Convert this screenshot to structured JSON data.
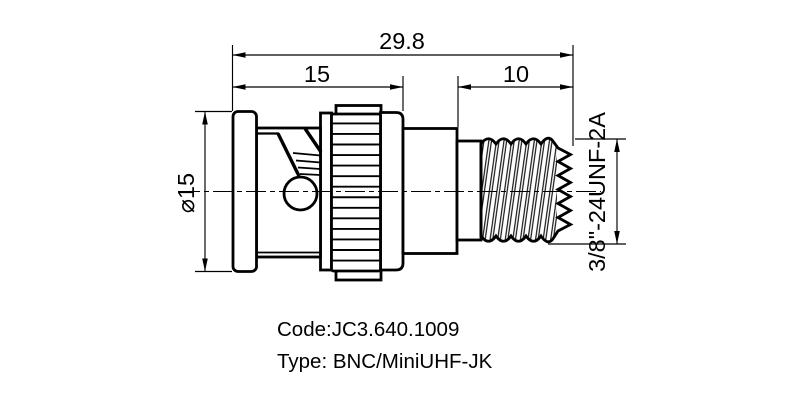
{
  "drawing": {
    "dimensions": {
      "total_length": "29.8",
      "front_section_length": "15",
      "thread_section_length": "10",
      "flange_diameter": "⌀15",
      "thread_spec": "3/8\"-24UNF-2A"
    },
    "footer": {
      "code": "Code:JC3.640.1009",
      "type": "Type: BNC/MiniUHF-JK"
    },
    "colors": {
      "line": "#000000",
      "background": "#ffffff"
    }
  }
}
